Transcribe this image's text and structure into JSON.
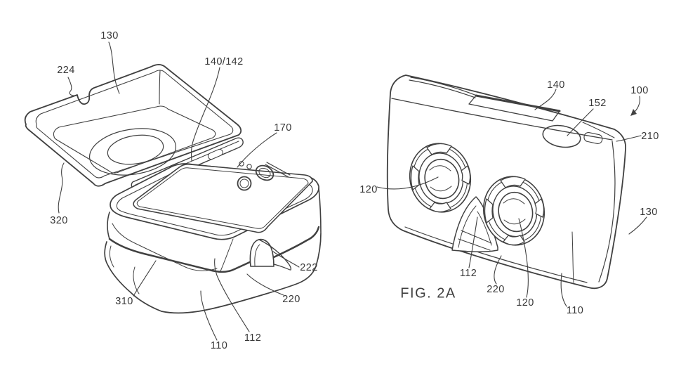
{
  "figure_caption": "FIG. 2A",
  "line_color": "#404040",
  "background_color": "#ffffff",
  "views": {
    "open_box": {
      "description": "packaging box with lid open revealing phone and folded viewer base",
      "labels": {
        "lid": "130",
        "lid_notch": "224",
        "hinge": "140/142",
        "phone": "170",
        "lid_wall": "320",
        "base_side": "310",
        "base_bottom": "110",
        "base_front": "112",
        "arch_tab": "222",
        "arch_opening": "220"
      }
    },
    "assembled_viewer": {
      "description": "assembled head-mounted viewer",
      "labels": {
        "viewer": "100",
        "top_panel": "140",
        "button": "152",
        "top_rim": "210",
        "left_lens": "120",
        "side_wall": "130",
        "nose_bridge": "112",
        "nose_opening": "220",
        "right_lens": "120",
        "body": "110"
      }
    }
  }
}
